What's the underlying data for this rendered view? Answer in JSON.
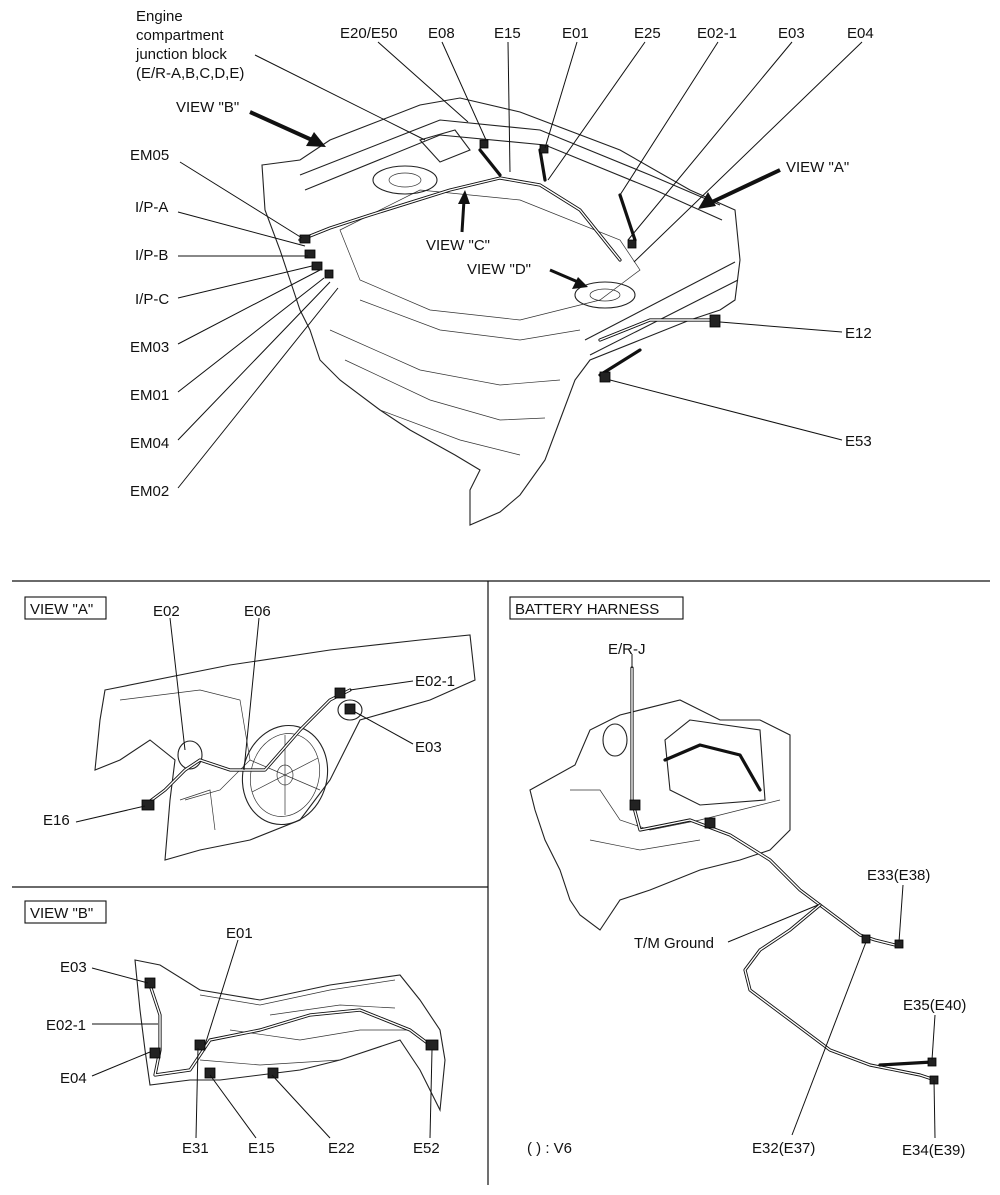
{
  "main": {
    "junction_block": [
      "Engine",
      "compartment",
      "junction block",
      "(E/R-A,B,C,D,E)"
    ],
    "top_labels": [
      "E20/E50",
      "E08",
      "E15",
      "E01",
      "E25",
      "E02-1",
      "E03",
      "E04"
    ],
    "left_labels": [
      "EM05",
      "I/P-A",
      "I/P-B",
      "I/P-C",
      "EM03",
      "EM01",
      "EM04",
      "EM02"
    ],
    "right_labels": [
      "E12",
      "E53"
    ],
    "views": [
      "VIEW \"A\"",
      "VIEW \"B\"",
      "VIEW \"C\"",
      "VIEW \"D\""
    ]
  },
  "view_a": {
    "title": "VIEW \"A\"",
    "labels": [
      "E02",
      "E06",
      "E02-1",
      "E03",
      "E16"
    ]
  },
  "view_b": {
    "title": "VIEW \"B\"",
    "labels": [
      "E01",
      "E03",
      "E02-1",
      "E04",
      "E31",
      "E15",
      "E22",
      "E52"
    ]
  },
  "battery": {
    "title": "BATTERY HARNESS",
    "labels": [
      "E/R-J",
      "E33(E38)",
      "T/M Ground",
      "E35(E40)",
      "E32(E37)",
      "E34(E39)"
    ],
    "legend": "( ) : V6"
  }
}
